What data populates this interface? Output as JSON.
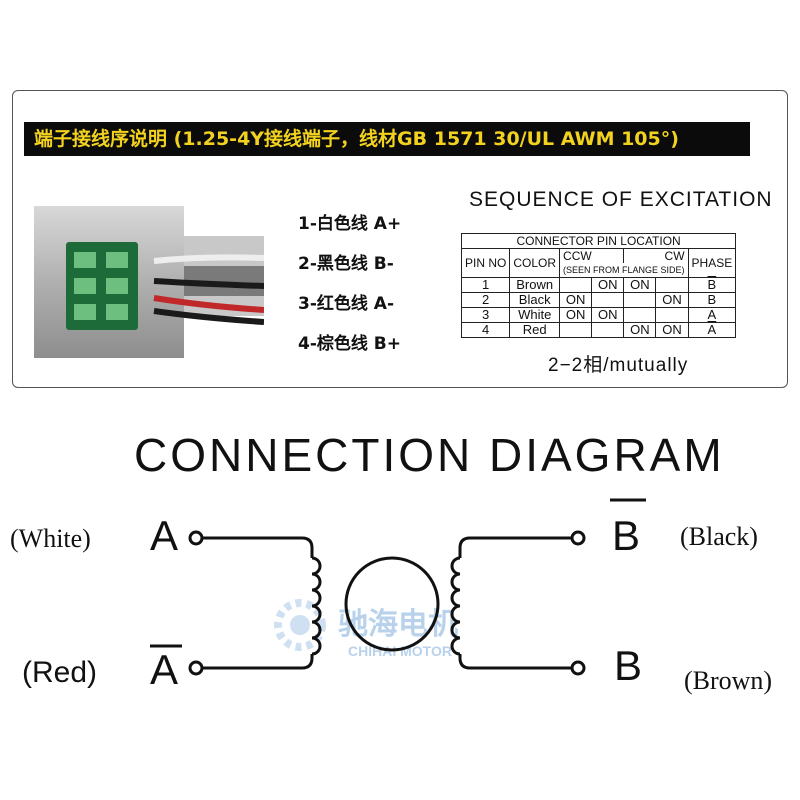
{
  "header": {
    "banner": "端子接线序说明 (1.25-4Y接线端子，线材GB 1571 30/UL  AWM 105°)"
  },
  "pin_list": [
    "1-白色线 A+",
    "2-黑色线 B-",
    "3-红色线 A-",
    "4-棕色线 B+"
  ],
  "excitation": {
    "title": "SEQUENCE  OF  EXCITATION",
    "group_header": "CONNECTOR PIN LOCATION",
    "col_pin": "PIN NO",
    "col_color": "COLOR",
    "col_ccw": "CCW",
    "col_cw": "CW",
    "col_seen": "(SEEN  FROM  FLANGE  SIDE)",
    "col_phase": "PHASE",
    "rows": [
      {
        "pin": "1",
        "color": "Brown",
        "s1": "",
        "s2": "ON",
        "s3": "ON",
        "s4": "",
        "phase": "B"
      },
      {
        "pin": "2",
        "color": "Black",
        "s1": "ON",
        "s2": "",
        "s3": "",
        "s4": "ON",
        "phase": "B"
      },
      {
        "pin": "3",
        "color": "White",
        "s1": "ON",
        "s2": "ON",
        "s3": "",
        "s4": "",
        "phase": "A"
      },
      {
        "pin": "4",
        "color": "Red",
        "s1": "",
        "s2": "",
        "s3": "ON",
        "s4": "ON",
        "phase": "A"
      }
    ],
    "footer": "2−2相/mutually"
  },
  "diagram": {
    "title": "CONNECTION  DIAGRAM",
    "left_top_wire": "(White)",
    "left_top_letter": "A",
    "left_bottom_wire": "(Red)",
    "left_bottom_letter": "A",
    "right_top_wire": "(Black)",
    "right_top_letter": "B",
    "right_bottom_wire": "(Brown)",
    "right_bottom_letter": "B",
    "watermark_cn": "驰海电机",
    "watermark_en": "CHIHAI MOTOR"
  },
  "colors": {
    "banner_bg": "#0b0b0b",
    "banner_text": "#f2d21f",
    "watermark": "#a8c8e8"
  }
}
